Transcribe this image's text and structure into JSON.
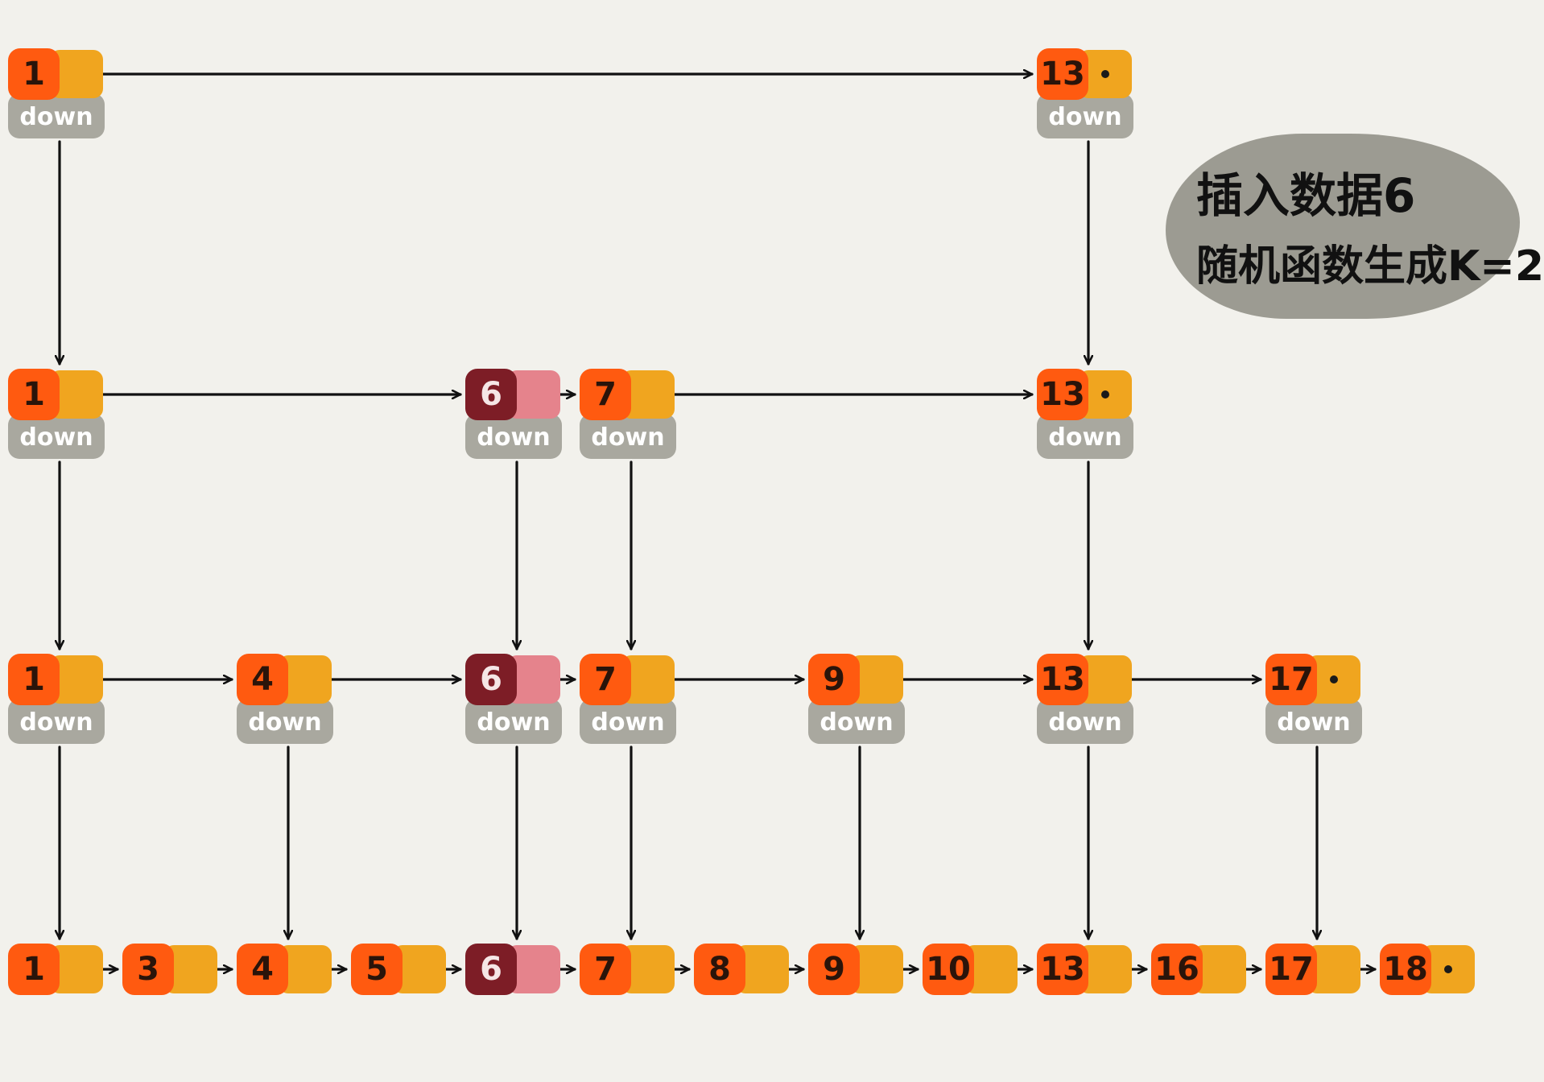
{
  "note": {
    "line1": "插入数据6",
    "line2": "随机函数生成K=2"
  },
  "down_label": "down",
  "colors": {
    "key": "#ff5a10",
    "next": "#f0a51f",
    "new_key": "#7d1d26",
    "new_next": "#e5838c",
    "down_box": "#a9a89f",
    "arrow": "#111111"
  },
  "levels": [
    {
      "name": "level-3",
      "down": true,
      "nodes": [
        {
          "key": "1",
          "new": false,
          "null": false
        },
        {
          "key": "13",
          "new": false,
          "null": true
        }
      ]
    },
    {
      "name": "level-2",
      "down": true,
      "nodes": [
        {
          "key": "1",
          "new": false,
          "null": false
        },
        {
          "key": "6",
          "new": true,
          "null": false
        },
        {
          "key": "7",
          "new": false,
          "null": false
        },
        {
          "key": "13",
          "new": false,
          "null": true
        }
      ]
    },
    {
      "name": "level-1",
      "down": true,
      "nodes": [
        {
          "key": "1",
          "new": false,
          "null": false
        },
        {
          "key": "4",
          "new": false,
          "null": false
        },
        {
          "key": "6",
          "new": true,
          "null": false
        },
        {
          "key": "7",
          "new": false,
          "null": false
        },
        {
          "key": "9",
          "new": false,
          "null": false
        },
        {
          "key": "13",
          "new": false,
          "null": false
        },
        {
          "key": "17",
          "new": false,
          "null": true
        }
      ]
    },
    {
      "name": "level-0",
      "down": false,
      "nodes": [
        {
          "key": "1",
          "new": false,
          "null": false
        },
        {
          "key": "3",
          "new": false,
          "null": false
        },
        {
          "key": "4",
          "new": false,
          "null": false
        },
        {
          "key": "5",
          "new": false,
          "null": false
        },
        {
          "key": "6",
          "new": true,
          "null": false
        },
        {
          "key": "7",
          "new": false,
          "null": false
        },
        {
          "key": "8",
          "new": false,
          "null": false
        },
        {
          "key": "9",
          "new": false,
          "null": false
        },
        {
          "key": "10",
          "new": false,
          "null": false
        },
        {
          "key": "13",
          "new": false,
          "null": false
        },
        {
          "key": "16",
          "new": false,
          "null": false
        },
        {
          "key": "17",
          "new": false,
          "null": false
        },
        {
          "key": "18",
          "new": false,
          "null": true
        }
      ]
    }
  ]
}
